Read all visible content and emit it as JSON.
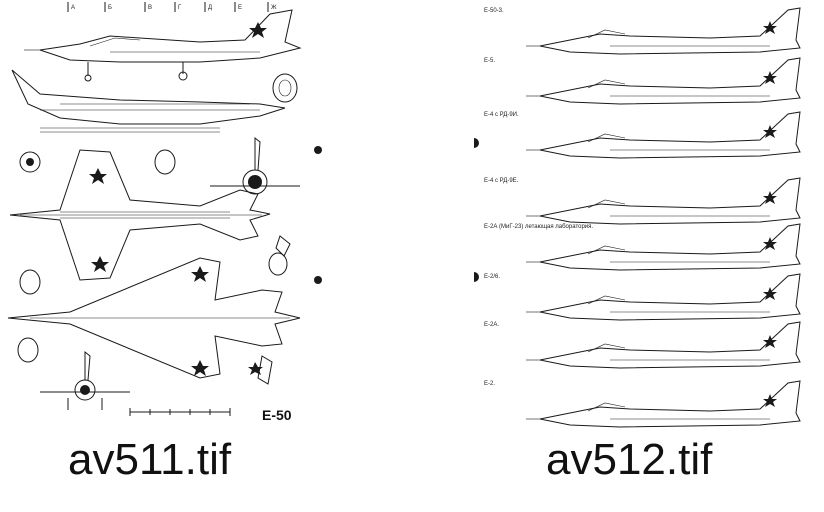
{
  "left_sheet": {
    "filename": "av511.tif",
    "designation": "E-50",
    "section_markers": [
      "А",
      "Б",
      "В",
      "Г",
      "Д",
      "Е",
      "Ж"
    ]
  },
  "right_sheet": {
    "filename": "av512.tif",
    "variant_labels": [
      "Е-50-3.",
      "Е-5.",
      "Е-4 с РД-9И.",
      "Е-4 с РД-9Е.",
      "Е-2А (МиГ-23) летающая лаборатория.",
      "Е-2/6.",
      "Е-2А.",
      "Е-2."
    ]
  }
}
